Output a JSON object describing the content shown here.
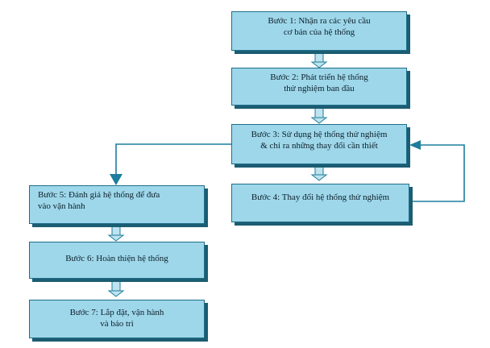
{
  "diagram": {
    "steps": [
      {
        "id": "step1",
        "lines": [
          "Bước 1: Nhận ra các yêu cầu",
          "cơ bản của hệ thống"
        ]
      },
      {
        "id": "step2",
        "lines": [
          "Bước 2: Phát triển hệ thống",
          "thử nghiệm ban đầu"
        ]
      },
      {
        "id": "step3",
        "lines": [
          "Bước 3: Sử dụng hệ thống thử  nghiệm",
          "& chỉ ra những thay đổi cần thiết"
        ]
      },
      {
        "id": "step4",
        "lines": [
          "Bước 4: Thay đổi hệ thống thử nghiệm"
        ]
      },
      {
        "id": "step5",
        "lines": [
          "Bước 5: Đánh giá hệ thống để đưa",
          "vào vận hành"
        ]
      },
      {
        "id": "step6",
        "lines": [
          "Bước 6: Hoàn thiện hệ thống"
        ]
      },
      {
        "id": "step7",
        "lines": [
          "Bước 7: Lắp đặt, vận hành",
          "và bảo trì"
        ]
      }
    ],
    "colors": {
      "box_fill": "#9ed7ea",
      "box_border": "#1f6f8a",
      "box_shadow": "#1b5d72",
      "connector": "#1d7d9c",
      "small_arrow_fill": "#bfe3ef"
    }
  }
}
